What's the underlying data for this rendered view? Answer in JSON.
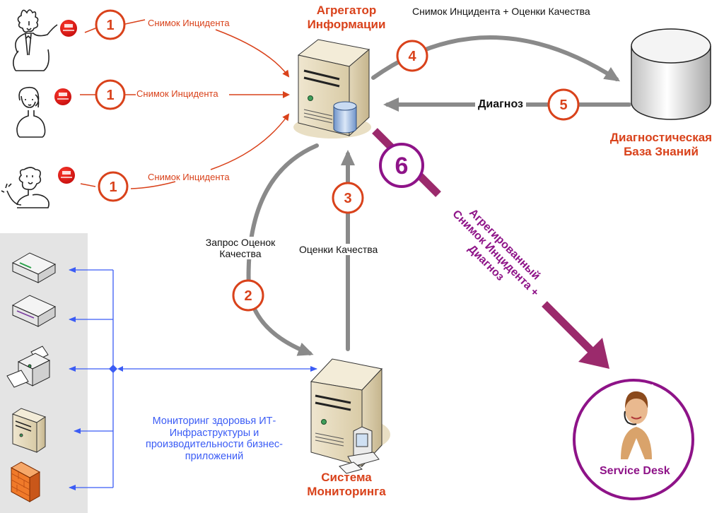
{
  "nodes": {
    "aggregator": {
      "title_line1": "Агрегатор",
      "title_line2": "Информации"
    },
    "knowledge_base": {
      "title_line1": "Диагностическая",
      "title_line2": "База Знаний"
    },
    "monitoring": {
      "title_line1": "Система",
      "title_line2": "Мониторинга"
    },
    "service_desk": {
      "label": "Service Desk"
    }
  },
  "users": [
    {
      "icon": "user-man-icon",
      "badge": "red-badge-icon"
    },
    {
      "icon": "user-woman-icon",
      "badge": "red-badge-icon"
    },
    {
      "icon": "user-waving-icon",
      "badge": "red-badge-icon"
    }
  ],
  "steps": {
    "s1": "1",
    "s2": "2",
    "s3": "3",
    "s4": "4",
    "s5": "5",
    "s6": "6"
  },
  "flows": {
    "incident_snapshot": "Снимок Инцидента",
    "snapshot_plus_quality": "Снимок Инцидента + Оценки Качества",
    "diagnosis": "Диагноз",
    "quality_request_line1": "Запрос Оценок",
    "quality_request_line2": "Качества",
    "quality_scores": "Оценки Качества",
    "aggregated_line1": "Агрегированный",
    "aggregated_line2": "Снимок Инцидента +",
    "aggregated_line3": "Диагноз",
    "monitoring_line1": "Мониторинг здоровья ИТ-",
    "monitoring_line2": "Инфраструктуры и",
    "monitoring_line3": "производительности бизнес-",
    "monitoring_line4": "приложений"
  },
  "infrastructure": [
    {
      "icon": "switch-icon"
    },
    {
      "icon": "router-icon"
    },
    {
      "icon": "printer-icon"
    },
    {
      "icon": "server-tower-icon"
    },
    {
      "icon": "firewall-icon"
    }
  ],
  "colors": {
    "step_red": "#d9421b",
    "arrow_gray": "#8a8a8a",
    "purple": "#8e1388",
    "purple_arrow": "#9b2a6c",
    "blue": "#3b5cf5",
    "panel_gray": "#e4e4e4"
  }
}
